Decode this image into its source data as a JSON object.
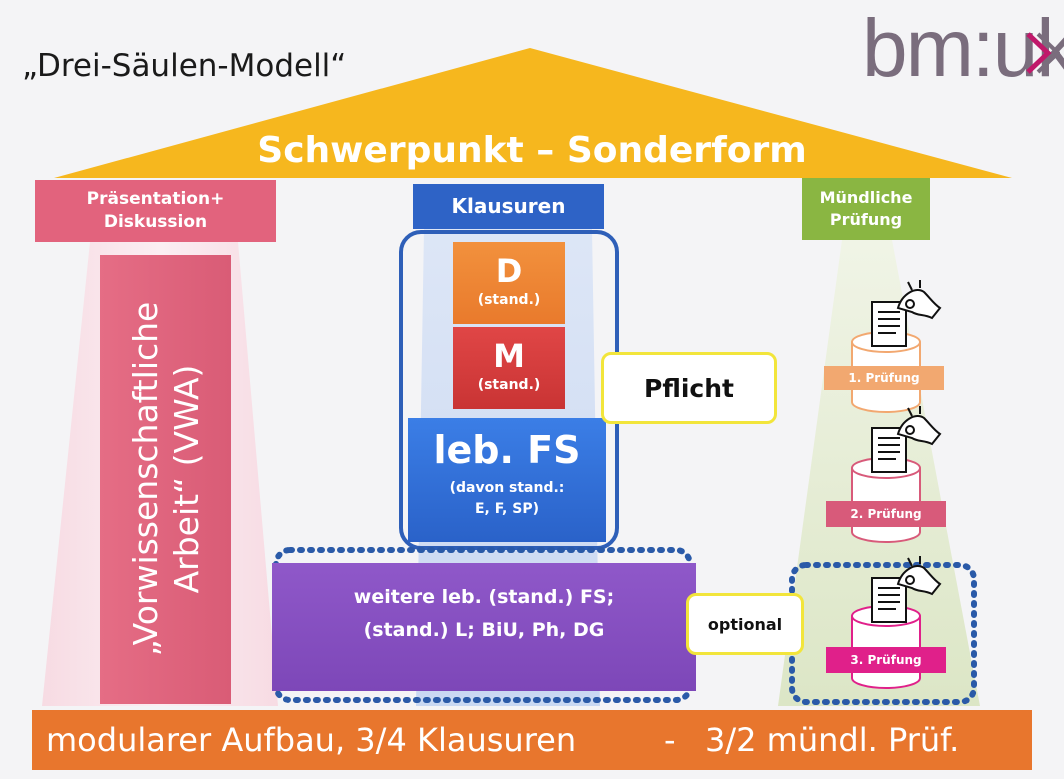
{
  "title": "„Drei-Säulen-Modell“",
  "logo": {
    "text": "bm:uk",
    "colors": {
      "text": "#7a6d7d",
      "chevron": "#c0186a"
    }
  },
  "roof": {
    "label": "Schwerpunkt – Sonderform",
    "color": "#f6b71e"
  },
  "pillars": {
    "left": {
      "header_line1": "Präsentation+",
      "header_line2": "Diskussion",
      "body_line1": "„Vorwissenschaftliche",
      "body_line2": "Arbeit“ (VWA)",
      "color": "#e2637d"
    },
    "middle": {
      "header": "Klausuren",
      "color": "#2e63c6",
      "blocks": [
        {
          "label": "D",
          "sub": "(stand.)",
          "color": "#ee8434"
        },
        {
          "label": "M",
          "sub": "(stand.)",
          "color": "#d23c3c"
        },
        {
          "label": "leb. FS",
          "sub_line1": "(davon stand.:",
          "sub_line2": "E, F, SP)",
          "color": "#2f6fd8"
        }
      ],
      "optional_block": {
        "line1": "weitere leb. (stand.) FS;",
        "line2": "(stand.) L; BiU, Ph, DG",
        "color": "#8650c0"
      }
    },
    "right": {
      "header_line1": "Mündliche",
      "header_line2": "Prüfung",
      "color": "#8ab642",
      "exams": [
        {
          "label": "1. Prüfung",
          "color": "#f2a870",
          "icon": "document-hand-icon"
        },
        {
          "label": "2. Prüfung",
          "color": "#d85a7a",
          "icon": "document-hand-icon"
        },
        {
          "label": "3. Prüfung",
          "color": "#e0208a",
          "icon": "document-hand-icon"
        }
      ]
    }
  },
  "callouts": {
    "mandatory": "Pflicht",
    "optional": "optional",
    "border_color": "#f2e53b",
    "dotted_color": "#2a5aa8"
  },
  "bottom_bar": {
    "left_text": "modularer Aufbau, 3/4 Klausuren",
    "separator": "-",
    "right_text": "3/2 mündl. Prüf.",
    "color": "#e8762d"
  }
}
